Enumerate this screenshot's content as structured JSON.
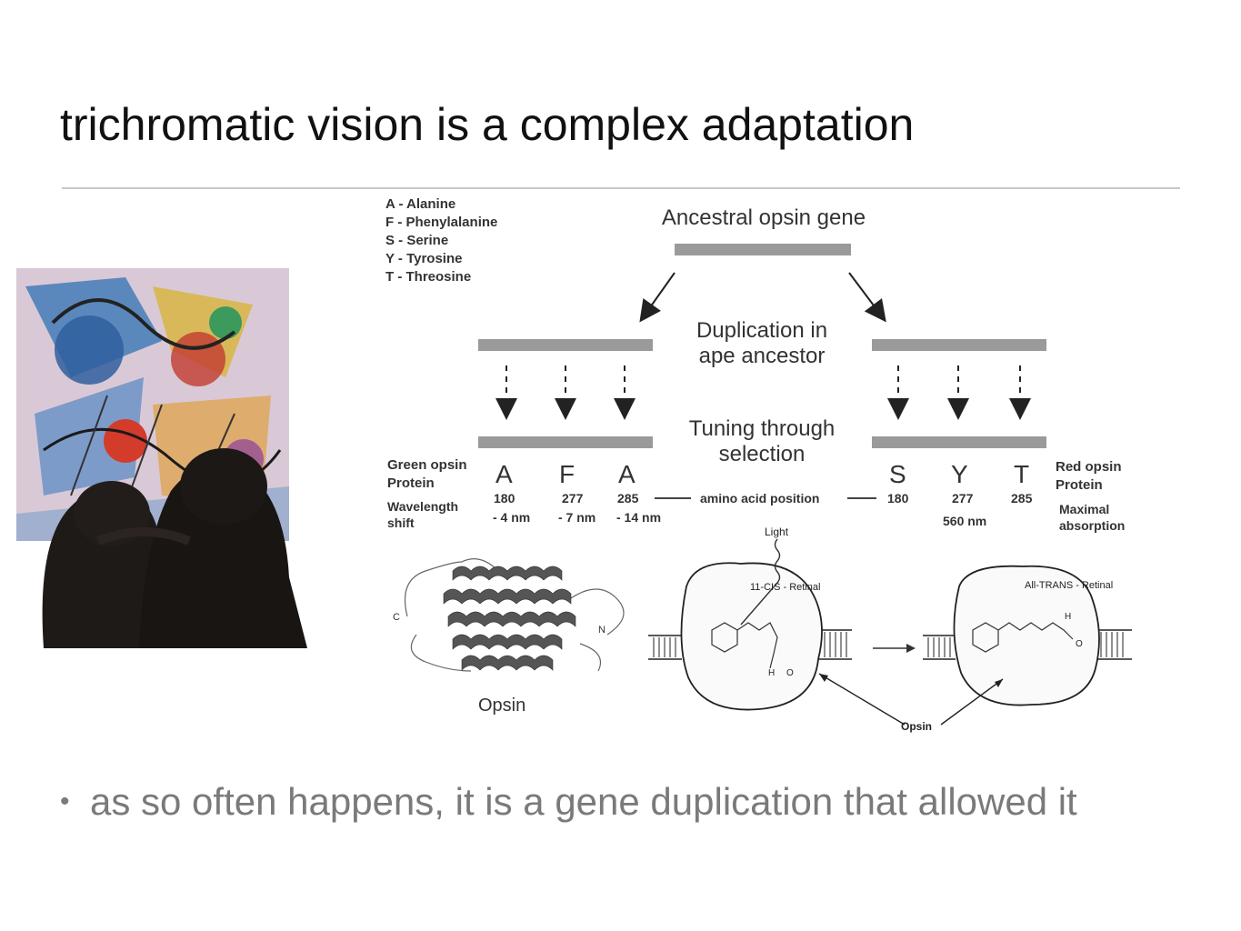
{
  "slide": {
    "title": "trichromatic vision is a complex adaptation",
    "bullet": "as so often happens, it is a gene duplication that allowed it"
  },
  "legend": [
    "A - Alanine",
    "F - Phenylalanine",
    "S - Serine",
    "Y - Tyrosine",
    "T - Threosine"
  ],
  "diagram": {
    "ancestral": "Ancestral opsin gene",
    "duplication_line1": "Duplication in",
    "duplication_line2": "ape ancestor",
    "tuning_line1": "Tuning through",
    "tuning_line2": "selection",
    "green_line1": "Green opsin",
    "green_line2": "Protein",
    "wavelength_line1": "Wavelength",
    "wavelength_line2": "shift",
    "red_line1": "Red opsin",
    "red_line2": "Protein",
    "maximal_line1": "Maximal",
    "maximal_line2": "absorption",
    "amino_label": "amino acid position",
    "green_residues": [
      {
        "letter": "A",
        "position": "180",
        "shift": "- 4 nm"
      },
      {
        "letter": "F",
        "position": "277",
        "shift": "- 7 nm"
      },
      {
        "letter": "A",
        "position": "285",
        "shift": "- 14 nm"
      }
    ],
    "red_residues": [
      {
        "letter": "S",
        "position": "180"
      },
      {
        "letter": "Y",
        "position": "277"
      },
      {
        "letter": "T",
        "position": "285"
      }
    ],
    "red_absorption": "560 nm"
  },
  "structure": {
    "opsin_label": "Opsin",
    "c_label": "C",
    "n_label": "N",
    "light_label": "Light",
    "cis_label": "11-CIS - Retinal",
    "trans_label": "All-TRANS - Retinal",
    "opsin_small": "Opsin",
    "h_label": "H",
    "o_label": "O"
  }
}
